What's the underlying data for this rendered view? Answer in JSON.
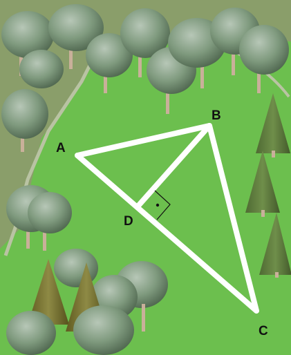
{
  "figure": {
    "points": {
      "A": {
        "label": "A"
      },
      "B": {
        "label": "B"
      },
      "C": {
        "label": "C"
      },
      "D": {
        "label": "D"
      }
    },
    "right_angle_at": "D",
    "segments": [
      "A-B",
      "B-C",
      "A-C",
      "B-D"
    ]
  },
  "colors": {
    "grass": "#6cbf4e",
    "grass_edge": "#88b66a",
    "path_lines": "#ffffff",
    "deciduous_tree": "#7f9a7e",
    "conifer_tree": "#5f7a3e",
    "olive_conifer": "#7b7a38",
    "trunk": "#c9b09a",
    "label_text": "#111111"
  }
}
